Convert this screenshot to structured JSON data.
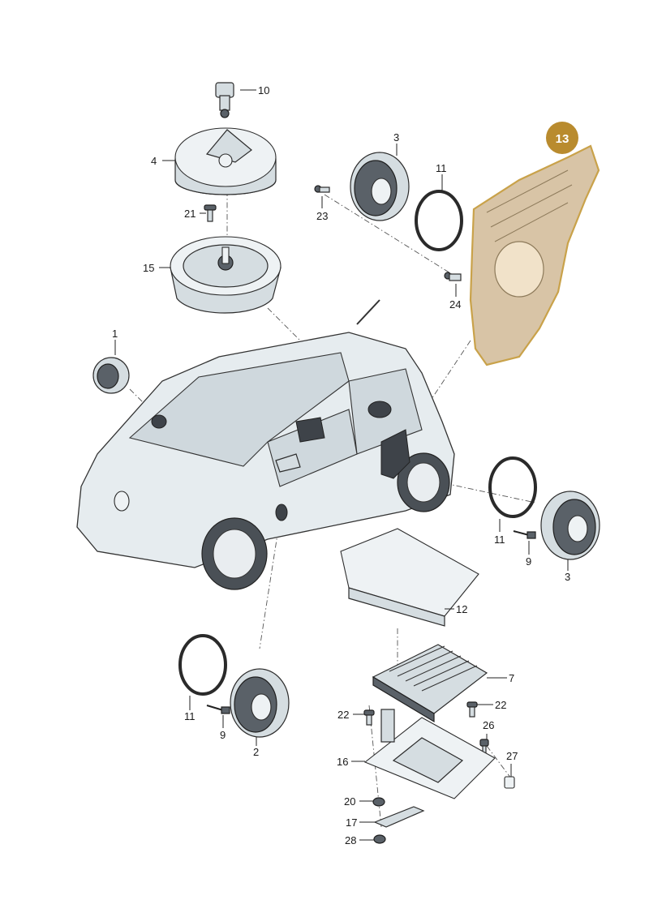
{
  "colors": {
    "highlight_badge": "#b98b2e",
    "highlight_outline": "#c9a24a",
    "part_fill": "#d5dde1",
    "highlight_fill": "#d8c4a6"
  },
  "highlighted_callout": "13",
  "callouts": [
    {
      "id": "c10",
      "text": "10"
    },
    {
      "id": "c4",
      "text": "4"
    },
    {
      "id": "c21",
      "text": "21"
    },
    {
      "id": "c15",
      "text": "15"
    },
    {
      "id": "c3a",
      "text": "3"
    },
    {
      "id": "c11a",
      "text": "11"
    },
    {
      "id": "c23",
      "text": "23"
    },
    {
      "id": "c24",
      "text": "24"
    },
    {
      "id": "c1",
      "text": "1"
    },
    {
      "id": "c11b",
      "text": "11"
    },
    {
      "id": "c9a",
      "text": "9"
    },
    {
      "id": "c3b",
      "text": "3"
    },
    {
      "id": "c12",
      "text": "12"
    },
    {
      "id": "c7",
      "text": "7"
    },
    {
      "id": "c11c",
      "text": "11"
    },
    {
      "id": "c9b",
      "text": "9"
    },
    {
      "id": "c2",
      "text": "2"
    },
    {
      "id": "c22a",
      "text": "22"
    },
    {
      "id": "c22b",
      "text": "22"
    },
    {
      "id": "c26",
      "text": "26"
    },
    {
      "id": "c16",
      "text": "16"
    },
    {
      "id": "c27",
      "text": "27"
    },
    {
      "id": "c20",
      "text": "20"
    },
    {
      "id": "c17",
      "text": "17"
    },
    {
      "id": "c28",
      "text": "28"
    }
  ]
}
